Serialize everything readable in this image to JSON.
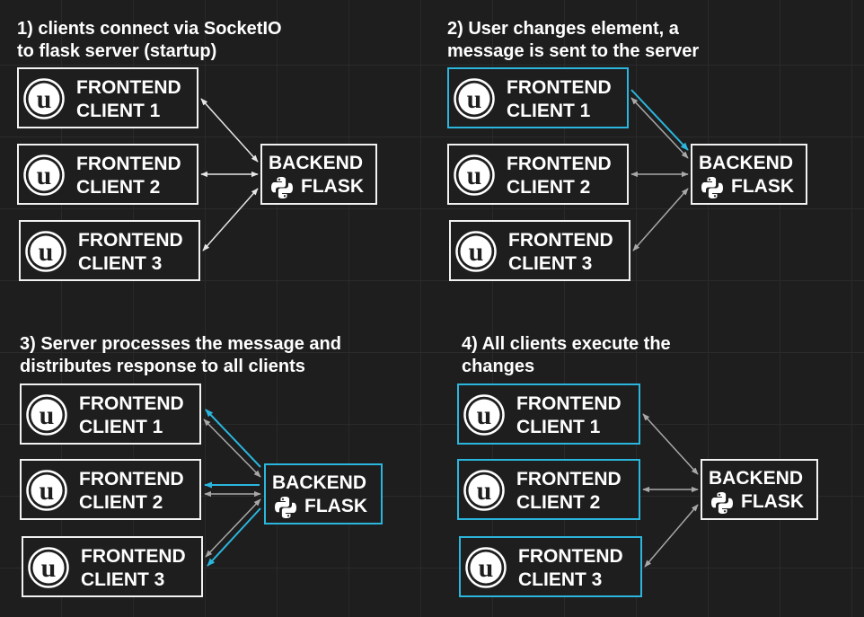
{
  "panels": [
    {
      "title": "1) clients connect via SocketIO\nto flask server (startup)",
      "clients": [
        "FRONTEND\nCLIENT 1",
        "FRONTEND\nCLIENT 2",
        "FRONTEND\nCLIENT 3"
      ],
      "backend": {
        "line1": "BACKEND",
        "line2": "FLASK"
      }
    },
    {
      "title": "2) User changes element, a\nmessage is sent to the server",
      "clients": [
        "FRONTEND\nCLIENT 1",
        "FRONTEND\nCLIENT 2",
        "FRONTEND\nCLIENT 3"
      ],
      "backend": {
        "line1": "BACKEND",
        "line2": "FLASK"
      }
    },
    {
      "title": "3) Server processes the message and\ndistributes response to all clients",
      "clients": [
        "FRONTEND\nCLIENT 1",
        "FRONTEND\nCLIENT 2",
        "FRONTEND\nCLIENT 3"
      ],
      "backend": {
        "line1": "BACKEND",
        "line2": "FLASK"
      }
    },
    {
      "title": "4) All clients execute the\nchanges",
      "clients": [
        "FRONTEND\nCLIENT 1",
        "FRONTEND\nCLIENT 2",
        "FRONTEND\nCLIENT 3"
      ],
      "backend": {
        "line1": "BACKEND",
        "line2": "FLASK"
      }
    }
  ],
  "colors": {
    "background": "#1e1e1e",
    "box_border": "#f2f2f2",
    "highlight": "#2bb6de",
    "connection": "#c8c8c8"
  },
  "icons": {
    "client_logo": "unreal-engine-icon",
    "backend_logo": "python-icon"
  }
}
